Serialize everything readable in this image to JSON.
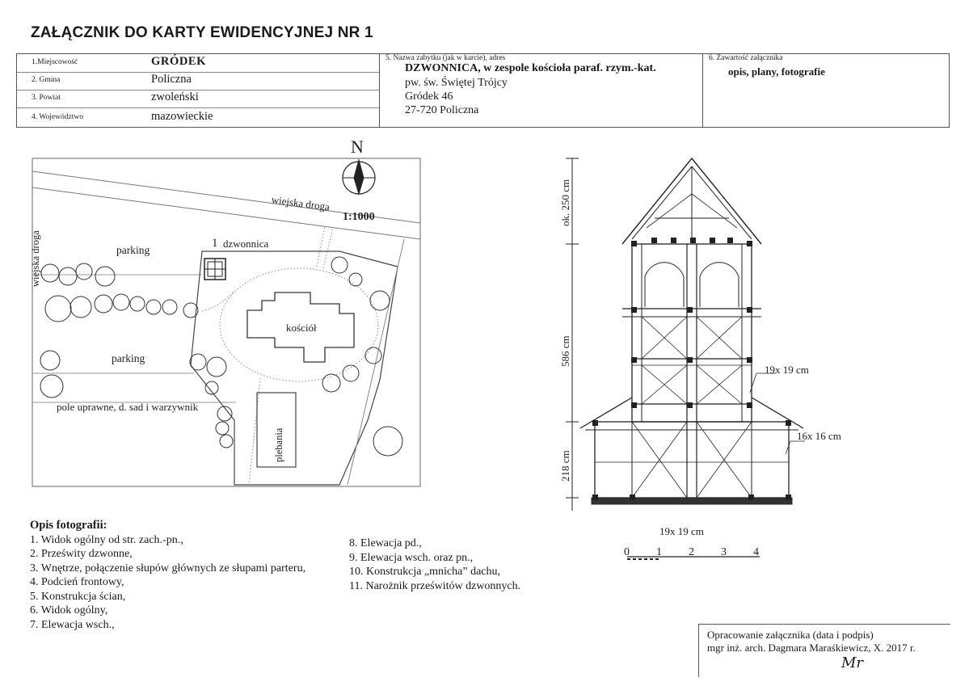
{
  "title": "ZAŁĄCZNIK DO KARTY EWIDENCYJNEJ NR 1",
  "header": {
    "fields": [
      {
        "label": "1.Miejscowość",
        "value": "GRÓDEK"
      },
      {
        "label": "2. Gmina",
        "value": "Policzna"
      },
      {
        "label": "3. Powiat",
        "value": "zwoleński"
      },
      {
        "label": "4. Województwo",
        "value": "mazowieckie"
      }
    ],
    "monument": {
      "label": "5. Nazwa zabytku (jak w karcie), adres",
      "name": "DZWONNICA, w zespole kościoła paraf. rzym.-kat.",
      "line2": "pw. św. Świętej Trójcy",
      "line3": "Gródek 46",
      "line4": "27-720 Policzna"
    },
    "contents": {
      "label": "6. Zawartość załącznika",
      "value": "opis, plany, fotografie"
    }
  },
  "site_plan": {
    "north": "N",
    "scale": "1:1000",
    "labels": {
      "road_top": "wiejska droga",
      "road_left": "wiejska droga",
      "parking_top": "parking",
      "parking_bottom": "parking",
      "belfry_number": "1",
      "belfry": "dzwonnica",
      "church": "kościół",
      "field": "pole uprawne, d. sad i warzywnik",
      "rectory": "plebania"
    }
  },
  "elevation": {
    "dims": {
      "top": "ok. 250 cm",
      "middle": "586 cm",
      "bottom": "218 cm"
    },
    "callouts": {
      "upper_post": "19x 19 cm",
      "lower_post": "16x 16 cm",
      "base": "19x 19 cm"
    },
    "scale_ticks": [
      "0",
      "1",
      "2",
      "3",
      "4"
    ]
  },
  "photos": {
    "heading": "Opis fotografii:",
    "col1": [
      "1. Widok ogólny od str. zach.-pn.,",
      "2. Prześwity dzwonne,",
      "3. Wnętrze, połączenie słupów głównych ze słupami parteru,",
      "4. Podcień frontowy,",
      "5. Konstrukcja ścian,",
      "6. Widok ogólny,",
      "7. Elewacja wsch.,"
    ],
    "col2": [
      "8. Elewacja pd.,",
      "9. Elewacja wsch. oraz pn.,",
      "10. Konstrukcja „mnicha” dachu,",
      "11. Narożnik prześwitów dzwonnych."
    ]
  },
  "credits": {
    "line1": "Opracowanie załącznika (data i podpis)",
    "line2": "mgr inż. arch. Dagmara Maraśkiewicz, X. 2017 r.",
    "signature": "Mr"
  }
}
